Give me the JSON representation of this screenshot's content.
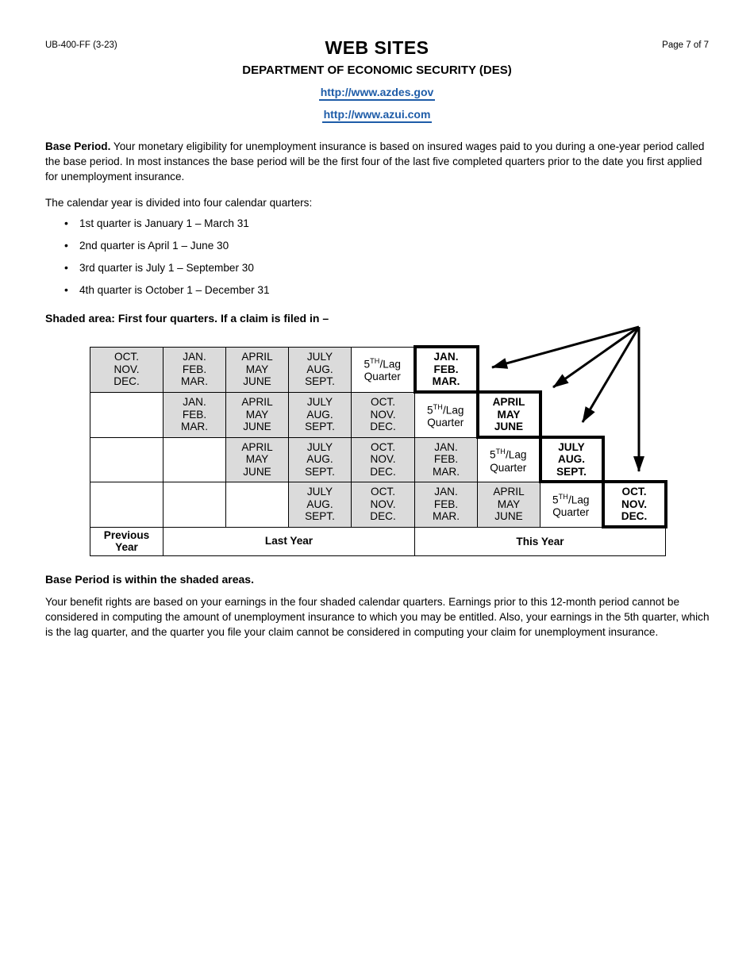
{
  "header": {
    "form_number": "UB-400-FF (3-23)",
    "page_label": "Page 7 of 7",
    "title": "WEB SITES",
    "subtitle": "DEPARTMENT OF ECONOMIC SECURITY (DES)",
    "links": [
      "http://www.azdes.gov",
      "http://www.azui.com"
    ]
  },
  "intro": {
    "lead_bold": "Base Period.",
    "lead_rest": " Your monetary eligibility for unemployment insurance is based on insured wages paid to you during a one-year period called the base period. In most instances the base period will be the first four of the last five completed quarters prior to the date you first applied for unemployment insurance.",
    "calendar_line": "The calendar year is divided into four calendar quarters:",
    "bullets": [
      "1st quarter is January 1 – March 31",
      "2nd quarter is April 1 – June 30",
      "3rd quarter is July 1 – September 30",
      "4th quarter is October 1 – December 31"
    ],
    "shaded_heading": "Shaded area: First four quarters. If a claim is filed in –"
  },
  "table": {
    "quarters": {
      "q1": "JAN.\nFEB.\nMAR.",
      "q2": "APRIL\nMAY\nJUNE",
      "q3": "JULY\nAUG.\nSEPT.",
      "q4": "OCT.\nNOV.\nDEC."
    },
    "lag": {
      "pre": "5",
      "sup": "TH",
      "post": "/Lag",
      "line2": "Quarter"
    },
    "footer": {
      "previous": "Previous\nYear",
      "last": "Last Year",
      "this": "This Year"
    }
  },
  "outro": {
    "bold_line": "Base Period is within the shaded areas.",
    "body": "Your benefit rights are based on your earnings in the four shaded calendar quarters. Earnings prior to this 12-month period cannot be considered in computing the amount of unemployment insurance to which you may be entitled. Also, your earnings in the 5th quarter, which is the lag quarter, and the quarter you file your claim cannot be considered in computing your claim for unemployment insurance."
  },
  "colors": {
    "link_blue": "#1E5CA8",
    "cell_shade": "#DBDBDB"
  }
}
